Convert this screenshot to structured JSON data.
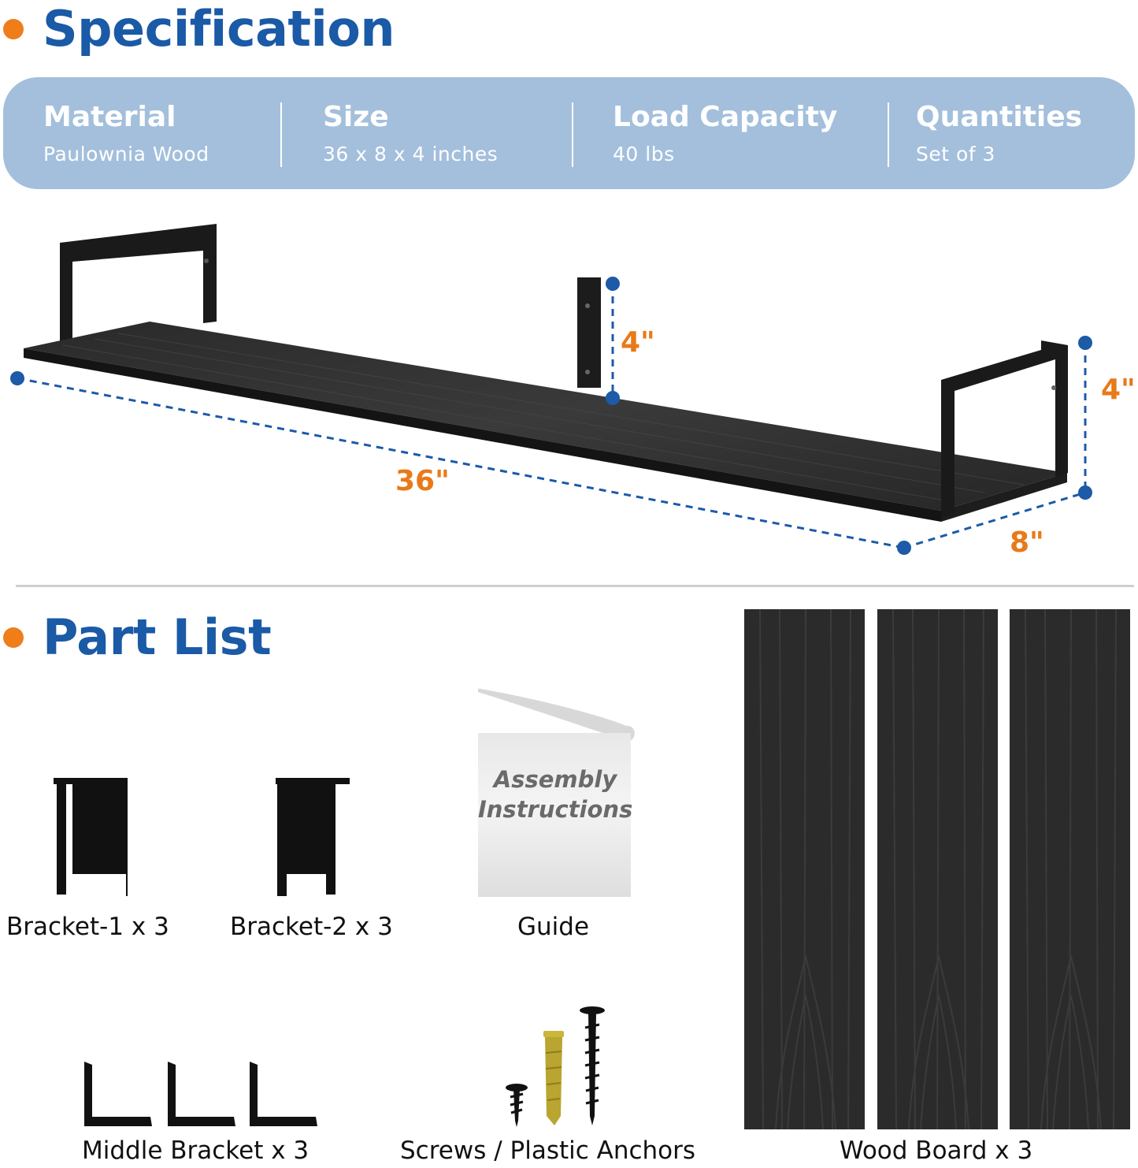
{
  "spec_section": {
    "title": "Specification"
  },
  "specs": [
    {
      "label": "Material",
      "value": "Paulownia Wood"
    },
    {
      "label": "Size",
      "value": "36 x 8 x 4 inches"
    },
    {
      "label": "Load Capacity",
      "value": "40 lbs"
    },
    {
      "label": "Quantities",
      "value": "Set of  3"
    }
  ],
  "dimensions": {
    "length": "36\"",
    "depth": "8\"",
    "bracket_height": "4\"",
    "end_height": "4\""
  },
  "parts_section": {
    "title": "Part List"
  },
  "parts": {
    "bracket1": "Bracket-1 x 3",
    "bracket2": "Bracket-2 x 3",
    "guide": "Guide",
    "guide_line1": "Assembly",
    "guide_line2": "Instructions",
    "middle_bracket": "Middle Bracket x 3",
    "screws": "Screws / Plastic Anchors",
    "wood_board": "Wood Board x 3"
  },
  "colors": {
    "accent_orange": "#ef7d1a",
    "title_blue": "#1a5aa6",
    "spec_bar": "#a3bfdc",
    "dimension_blue": "#1d5aa8"
  }
}
